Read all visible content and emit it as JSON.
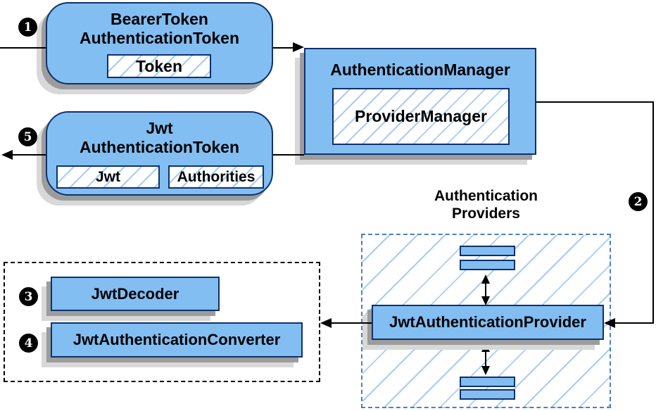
{
  "diagram": {
    "steps": {
      "s1": "1",
      "s2": "2",
      "s3": "3",
      "s4": "4",
      "s5": "5"
    },
    "nodes": {
      "bearer_token": {
        "line1": "BearerToken",
        "line2": "AuthenticationToken",
        "chip": "Token"
      },
      "authentication_manager": {
        "title": "AuthenticationManager",
        "inner": "ProviderManager"
      },
      "jwt_authentication_token": {
        "line1": "Jwt",
        "line2": "AuthenticationToken",
        "chip1": "Jwt",
        "chip2": "Authorities"
      },
      "authentication_providers": {
        "label_line1": "Authentication",
        "label_line2": "Providers"
      },
      "jwt_authentication_provider": {
        "title": "JwtAuthenticationProvider"
      },
      "jwt_decoder": {
        "title": "JwtDecoder"
      },
      "jwt_authentication_converter": {
        "title": "JwtAuthenticationConverter"
      }
    },
    "colors": {
      "node_fill": "#82bef2",
      "node_border": "#0f316b",
      "hatch_line": "#a9ccf1",
      "panel_dash_blue": "#4d7ebf",
      "panel_dash_black": "#000000",
      "connector": "#000000",
      "shadow_dark": "#9c9c9c",
      "shadow_light": "#d8d8d8",
      "step_circle_bg": "#000000",
      "step_circle_text": "#ffffff"
    }
  }
}
